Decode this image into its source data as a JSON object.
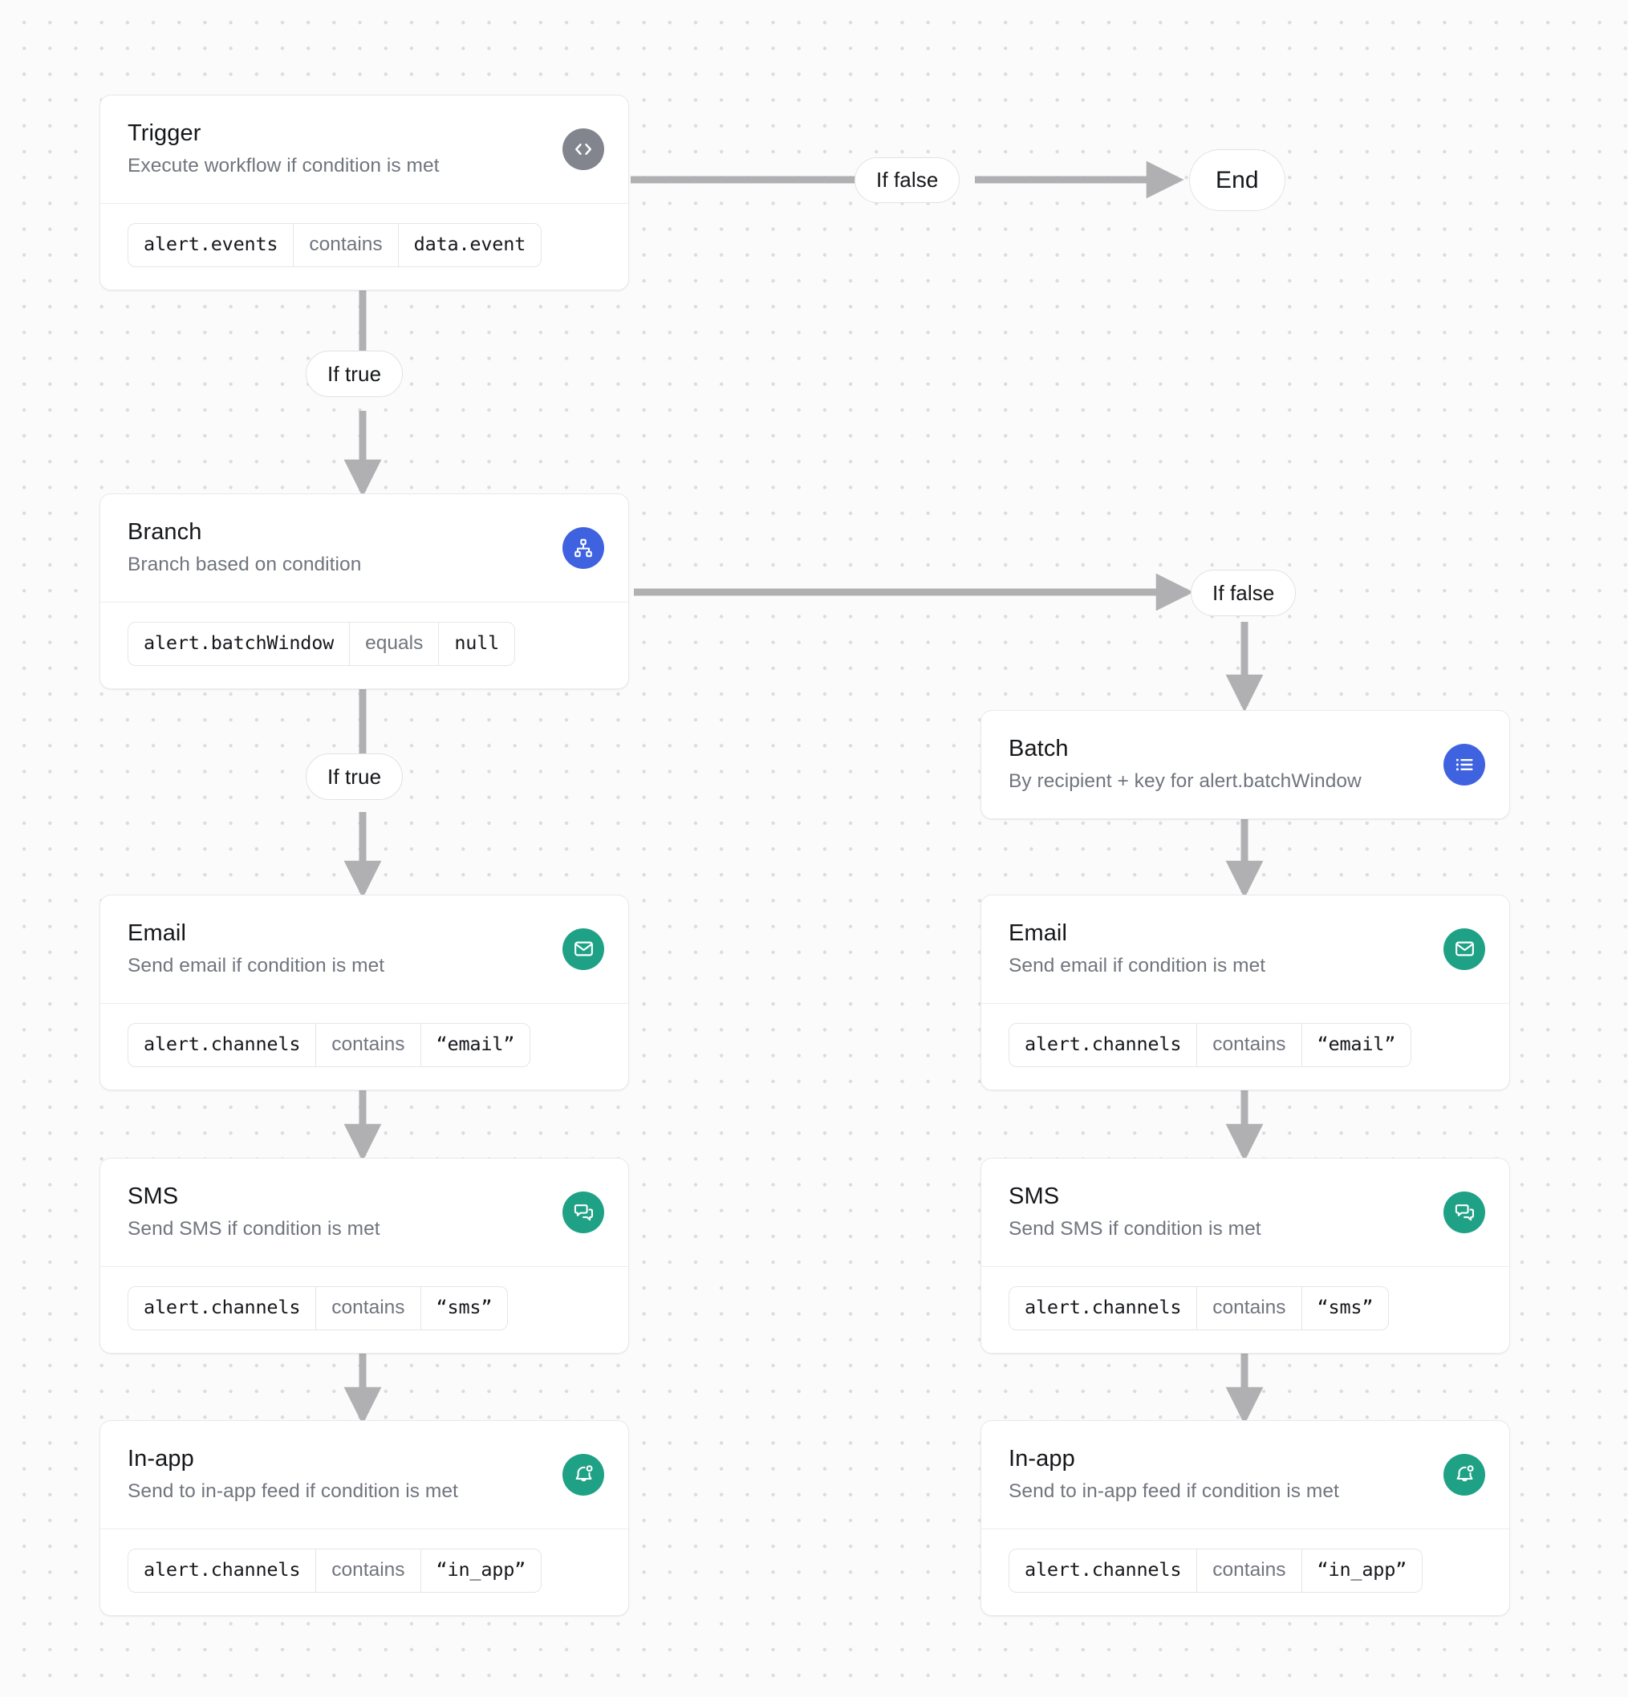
{
  "canvas": {
    "background_color": "#fbfbfb",
    "dot_color": "#dcdcdc",
    "edge_color": "#b0b0b2"
  },
  "palette": {
    "icon_gray": "#82858d",
    "icon_blue": "#3f63e0",
    "icon_green": "#1fa186",
    "title_color": "#16171a",
    "desc_color": "#70757e",
    "card_border": "#e9e9ec"
  },
  "nodes": {
    "trigger": {
      "title": "Trigger",
      "description": "Execute workflow if condition is met",
      "icon": "code-brackets-icon",
      "icon_style": "gray",
      "condition": {
        "field": "alert.events",
        "operator": "contains",
        "value": "data.event"
      }
    },
    "branch": {
      "title": "Branch",
      "description": "Branch based on condition",
      "icon": "hierarchy-icon",
      "icon_style": "blue",
      "condition": {
        "field": "alert.batchWindow",
        "operator": "equals",
        "value": "null"
      }
    },
    "batch": {
      "title": "Batch",
      "description": "By recipient + key for alert.batchWindow",
      "icon": "list-icon",
      "icon_style": "blue"
    },
    "email_left": {
      "title": "Email",
      "description": "Send email if condition is met",
      "icon": "envelope-icon",
      "icon_style": "green",
      "condition": {
        "field": "alert.channels",
        "operator": "contains",
        "value": "“email”"
      }
    },
    "sms_left": {
      "title": "SMS",
      "description": "Send SMS if condition is met",
      "icon": "chat-bubbles-icon",
      "icon_style": "green",
      "condition": {
        "field": "alert.channels",
        "operator": "contains",
        "value": "“sms”"
      }
    },
    "inapp_left": {
      "title": "In-app",
      "description": "Send to in-app feed if condition is met",
      "icon": "bell-dot-icon",
      "icon_style": "green",
      "condition": {
        "field": "alert.channels",
        "operator": "contains",
        "value": "“in_app”"
      }
    },
    "email_right": {
      "title": "Email",
      "description": "Send email if condition is met",
      "icon": "envelope-icon",
      "icon_style": "green",
      "condition": {
        "field": "alert.channels",
        "operator": "contains",
        "value": "“email”"
      }
    },
    "sms_right": {
      "title": "SMS",
      "description": "Send SMS if condition is met",
      "icon": "chat-bubbles-icon",
      "icon_style": "green",
      "condition": {
        "field": "alert.channels",
        "operator": "contains",
        "value": "“sms”"
      }
    },
    "inapp_right": {
      "title": "In-app",
      "description": "Send to in-app feed if condition is met",
      "icon": "bell-dot-icon",
      "icon_style": "green",
      "condition": {
        "field": "alert.channels",
        "operator": "contains",
        "value": "“in_app”"
      }
    }
  },
  "edge_labels": {
    "trigger_false": "If false",
    "trigger_true": "If true",
    "branch_false": "If false",
    "branch_true": "If true",
    "end": "End"
  }
}
